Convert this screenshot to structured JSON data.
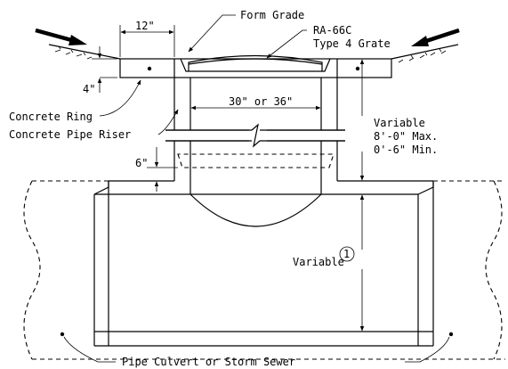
{
  "labels": {
    "form_grade": "Form Grade",
    "grate_line1": "RA-66C",
    "grate_line2": "Type 4 Grate",
    "ring_width": "12\"",
    "ring_depth": "4\"",
    "concrete_ring": "Concrete Ring",
    "pipe_riser": "Concrete Pipe Riser",
    "riser_diameter": "30\" or 36\"",
    "riser_bottom": "6\"",
    "riser_height_label": "Variable",
    "riser_height_max": "8'-0\" Max.",
    "riser_height_min": "0'-6\" Min.",
    "culvert_height_label": "Variable",
    "note_number": "1",
    "pipe_culvert": "Pipe Culvert or Storm Sewer"
  }
}
